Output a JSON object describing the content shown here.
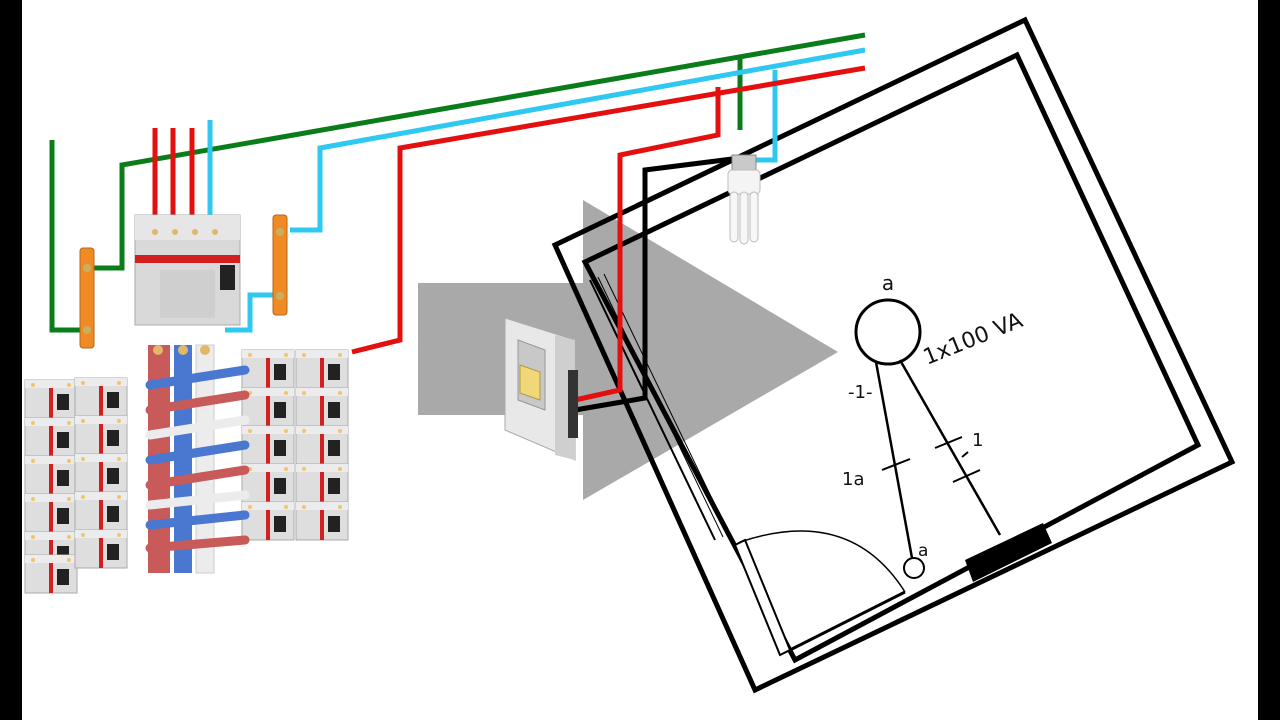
{
  "plan": {
    "lamp_circuit_letter": "a",
    "lamp_power": "1x100 VA",
    "circuit_label": "-1-",
    "conductor_label_phase": "1",
    "conductor_label_return": "1a",
    "switch_letter": "a"
  },
  "colors": {
    "phase": "#e3100f",
    "neutral": "#2ec8f0",
    "ground": "#0a7d1a",
    "return": "#000000",
    "bus_bar": "#f08a25",
    "arrow": "#9a9a9a",
    "breaker_body": "#d9d9d9",
    "breaker_stripe": "#d21f1f"
  },
  "icons": [
    "lamp-icon",
    "wall-switch-icon",
    "breaker-panel-icon",
    "ground-bar-icon",
    "neutral-bar-icon",
    "door-icon"
  ]
}
